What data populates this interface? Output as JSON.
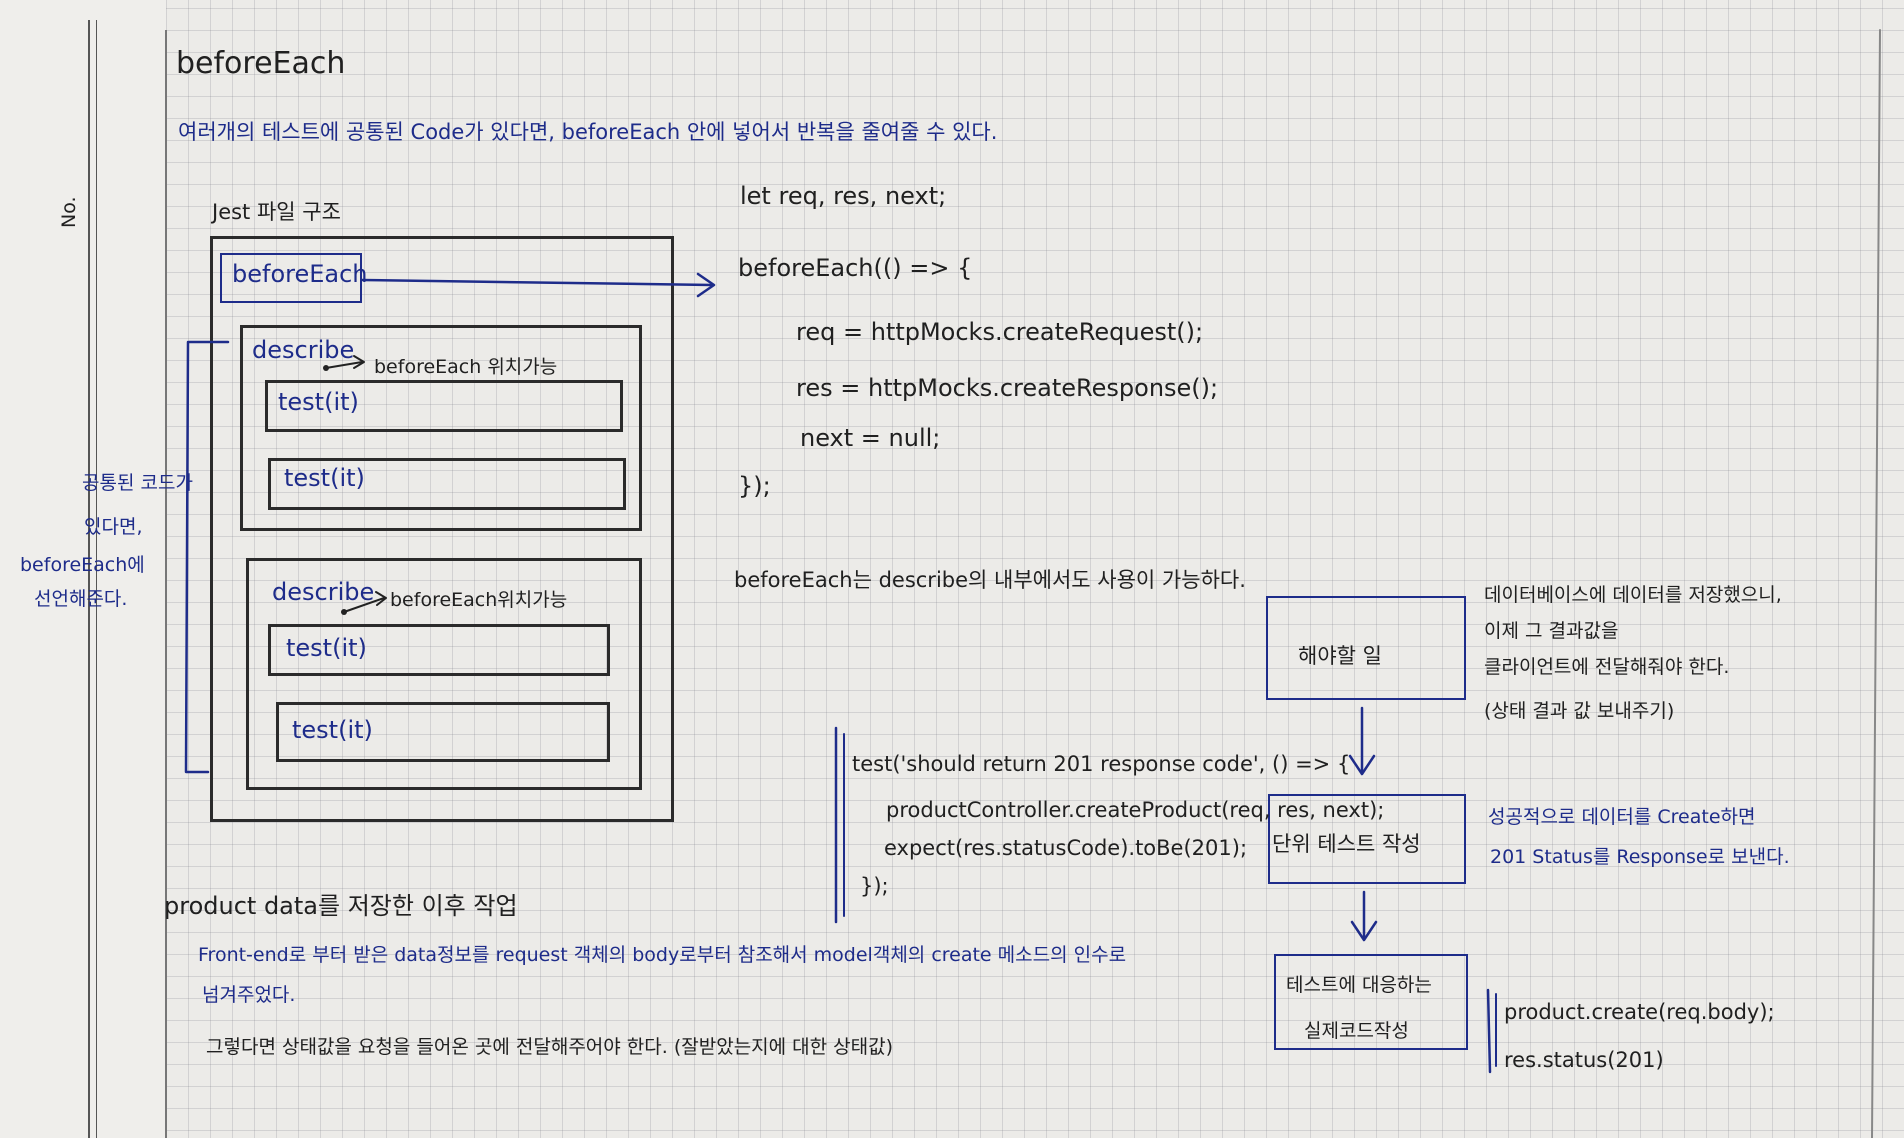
{
  "margin": {
    "no_label": "No."
  },
  "title": "beforeEach",
  "intro": "여러개의 테스트에 공통된 Code가 있다면, beforeEach 안에 넣어서 반복을 줄여줄 수 있다.",
  "structure": {
    "heading": "Jest 파일 구조",
    "before_each_label": "beforeEach",
    "describe1": {
      "label": "describe",
      "note": "beforeEach 위치가능",
      "tests": [
        "test(it)",
        "test(it)"
      ]
    },
    "describe2": {
      "label": "describe",
      "note": "beforeEach위치가능",
      "tests": [
        "test(it)",
        "test(it)"
      ]
    },
    "side_note": [
      "공통된 코드가",
      "있다면,",
      "beforeEach에",
      "선언해준다."
    ]
  },
  "code": {
    "line1": "let req, res, next;",
    "line2": "beforeEach(() => {",
    "line3": "req = httpMocks.createRequest();",
    "line4": "res = httpMocks.createResponse();",
    "line5": "next = null;",
    "line6": "});"
  },
  "describe_note": "beforeEach는 describe의 내부에서도 사용이 가능하다.",
  "flow": {
    "step1": "해야할 일",
    "step2": "단위 테스트 작성",
    "step3": [
      "테스트에 대응하는",
      "실제코드작성"
    ],
    "note1": [
      "데이터베이스에 데이터를 저장했으니,",
      "이제 그 결과값을",
      "클라이언트에 전달해줘야 한다.",
      "(상태 결과 값 보내주기)"
    ],
    "note2": [
      "성공적으로 데이터를 Create하면",
      "201 Status를 Response로 보낸다."
    ]
  },
  "test_code": {
    "line1": "test('should return 201 response code', () => {",
    "line2": "productController.createProduct(req, res, next);",
    "line3": "expect(res.statusCode).toBe(201);",
    "line4": "});"
  },
  "impl_code": {
    "line1": "product.create(req.body);",
    "line2": "res.status(201)"
  },
  "product_section": {
    "heading": "product data를 저장한 이후 작업",
    "para1a": "Front-end로 부터 받은 data정보를 request 객체의 body로부터 참조해서 model객체의 create 메소드의 인수로",
    "para1b": "넘겨주었다.",
    "para2": "그렇다면 상태값을 요청을 들어온 곳에 전달해주어야 한다. (잘받았는지에 대한 상태값)"
  }
}
